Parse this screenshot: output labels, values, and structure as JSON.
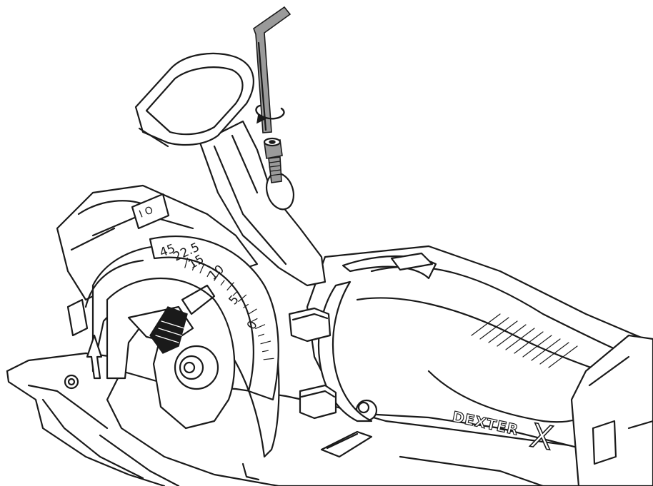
{
  "bevel_scale": {
    "labels": [
      "0",
      "5",
      "10",
      "15",
      "22.5",
      "45"
    ]
  },
  "switch": {
    "label": "I O"
  },
  "brand": {
    "name": "DEXTER",
    "mark": "X"
  },
  "colors": {
    "line": "#1a1a1a",
    "background": "#ffffff",
    "shade": "#9a9a9a"
  },
  "icons": [
    "hex-key-icon",
    "rotation-arrow-icon",
    "bolt-icon",
    "upward-arrow-icon"
  ]
}
